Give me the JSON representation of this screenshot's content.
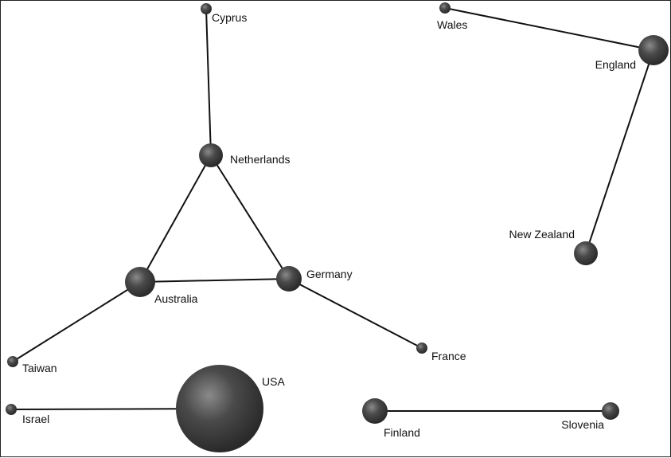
{
  "graph": {
    "nodes": [
      {
        "id": "cyprus",
        "label": "Cyprus",
        "size": "small"
      },
      {
        "id": "wales",
        "label": "Wales",
        "size": "small"
      },
      {
        "id": "england",
        "label": "England",
        "size": "medium"
      },
      {
        "id": "netherlands",
        "label": "Netherlands",
        "size": "medium"
      },
      {
        "id": "new-zealand",
        "label": "New Zealand",
        "size": "medium"
      },
      {
        "id": "australia",
        "label": "Australia",
        "size": "medium"
      },
      {
        "id": "germany",
        "label": "Germany",
        "size": "medium"
      },
      {
        "id": "taiwan",
        "label": "Taiwan",
        "size": "small"
      },
      {
        "id": "france",
        "label": "France",
        "size": "small"
      },
      {
        "id": "usa",
        "label": "USA",
        "size": "large"
      },
      {
        "id": "israel",
        "label": "Israel",
        "size": "small"
      },
      {
        "id": "finland",
        "label": "Finland",
        "size": "medium"
      },
      {
        "id": "slovenia",
        "label": "Slovenia",
        "size": "small"
      }
    ],
    "edges": [
      [
        "cyprus",
        "netherlands"
      ],
      [
        "netherlands",
        "australia"
      ],
      [
        "netherlands",
        "germany"
      ],
      [
        "australia",
        "germany"
      ],
      [
        "australia",
        "taiwan"
      ],
      [
        "germany",
        "france"
      ],
      [
        "wales",
        "england"
      ],
      [
        "england",
        "new-zealand"
      ],
      [
        "israel",
        "usa"
      ],
      [
        "finland",
        "slovenia"
      ]
    ],
    "colors": {
      "node_highlight": "#8a8a8a",
      "node_mid": "#4a4a4a",
      "node_dark": "#2a2a2a",
      "edge": "#111111"
    }
  }
}
